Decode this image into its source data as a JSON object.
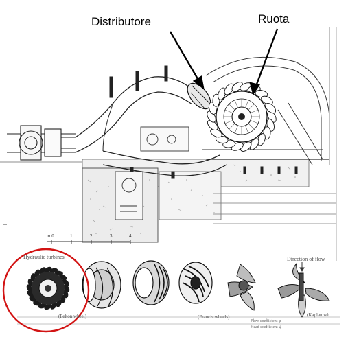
{
  "callouts": {
    "distributor": "Distributore",
    "wheel": "Ruota"
  },
  "turbine_strip": {
    "title": "Hydraulic turbines",
    "direction_of_flow": "Direction of flow",
    "pelton": "(Pelton wheel)",
    "francis": "(Francis wheels)",
    "kaplan": "(Kaplan wh",
    "flow_coefficient": "Flow coefficient φ",
    "head_coefficient": "Head coefficient ψ"
  },
  "scale": {
    "marks": [
      "m 0",
      "1",
      "2",
      "3",
      "4"
    ]
  },
  "highlight_color": "#d21414",
  "arrow_color": "#000000"
}
